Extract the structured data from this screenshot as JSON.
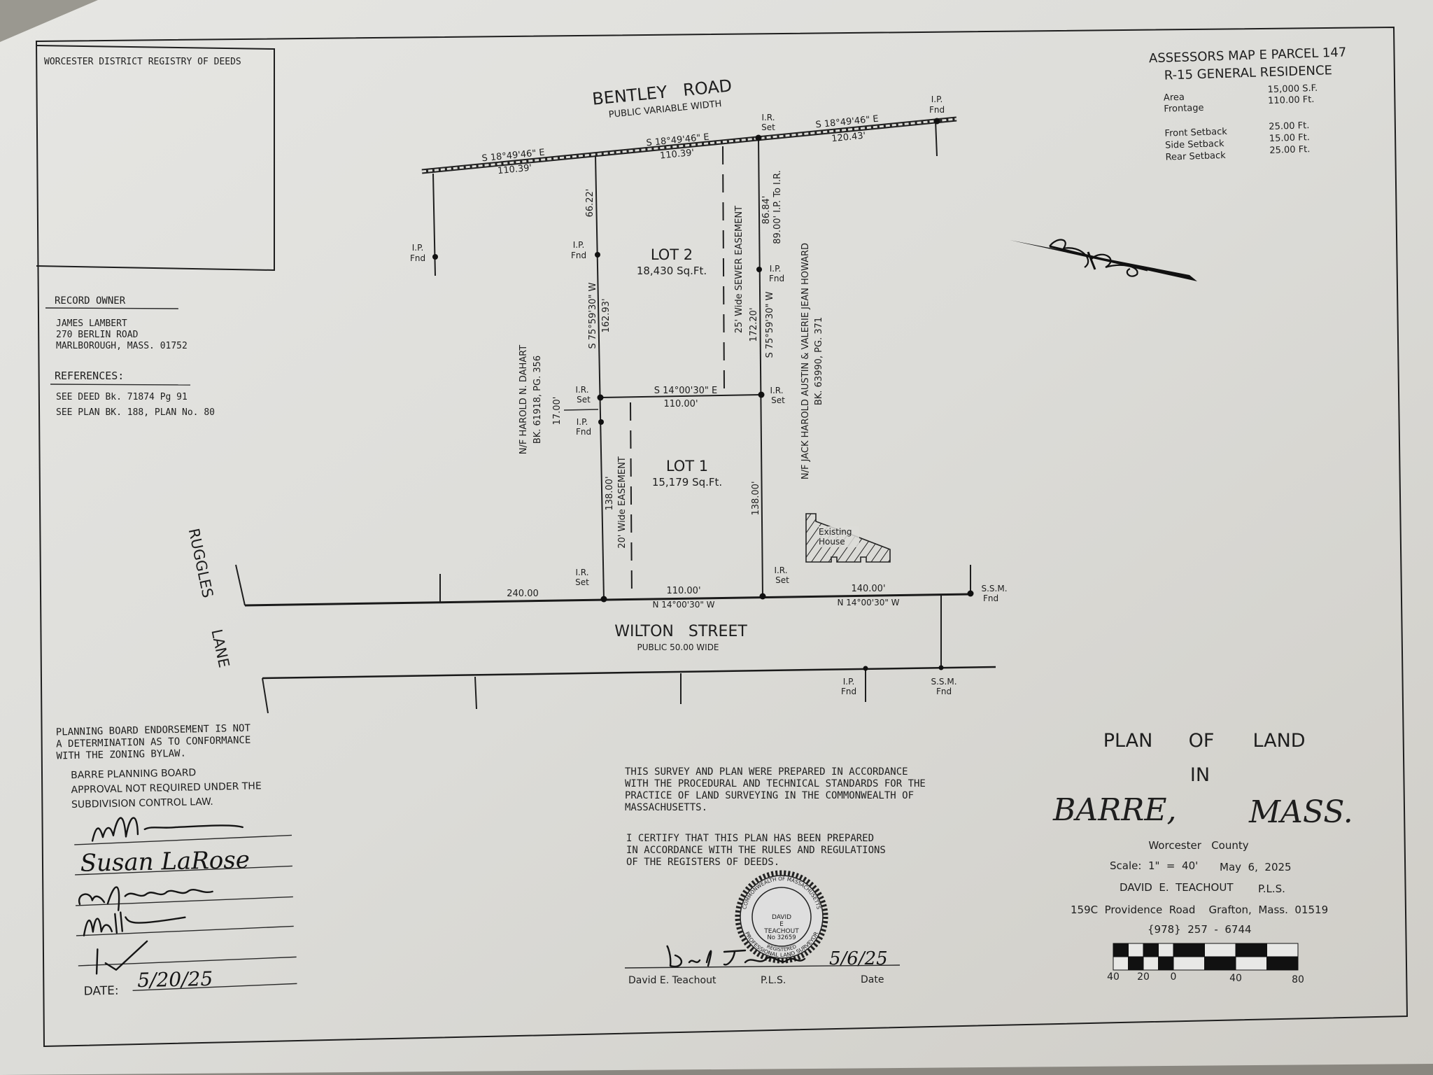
{
  "registry_box": {
    "title": "WORCESTER DISTRICT REGISTRY OF DEEDS"
  },
  "zoning": {
    "parcel": "ASSESSORS MAP E PARCEL 147",
    "district": "R-15 GENERAL RESIDENCE",
    "rows": [
      {
        "label": "Area",
        "value": "15,000 S.F."
      },
      {
        "label": "Frontage",
        "value": "110.00 Ft."
      },
      {
        "label": "Front Setback",
        "value": "25.00 Ft."
      },
      {
        "label": "Side Setback",
        "value": "15.00 Ft."
      },
      {
        "label": "Rear Setback",
        "value": "25.00 Ft."
      }
    ]
  },
  "record_owner": {
    "heading": "RECORD OWNER",
    "lines": [
      "JAMES LAMBERT",
      "270 BERLIN ROAD",
      "MARLBOROUGH, MASS. 01752"
    ]
  },
  "references": {
    "heading": "REFERENCES:",
    "lines": [
      "SEE DEED Bk. 71874 Pg 91",
      "SEE PLAN BK. 188, PLAN No. 80"
    ]
  },
  "map": {
    "bentley_road": {
      "name": "BENTLEY   ROAD",
      "sub": "PUBLIC VARIABLE WIDTH"
    },
    "bentley_segments": [
      {
        "bearing": "S 18°49'46\" E",
        "distance": "110.39'"
      },
      {
        "bearing": "S 18°49'46\" E",
        "distance": "110.39'"
      },
      {
        "bearing": "S 18°49'46\" E",
        "distance": "120.43'"
      }
    ],
    "wilton_street": {
      "name": "WILTON   STREET",
      "sub": "PUBLIC 50.00 WIDE"
    },
    "ruggles_lane": [
      "RUGGLES",
      "LANE"
    ],
    "wilton_segments": [
      {
        "distance": "240.00"
      },
      {
        "distance": "110.00'",
        "bearing": "N 14°00'30\" W"
      },
      {
        "distance": "140.00'",
        "bearing": "N 14°00'30\" W"
      }
    ],
    "lot2": {
      "name": "LOT 2",
      "area": "18,430 Sq.Ft."
    },
    "lot1": {
      "name": "LOT 1",
      "area": "15,179 Sq.Ft."
    },
    "division_line": {
      "bearing": "S 14°00'30\" E",
      "distance": "110.00'"
    },
    "left_line": {
      "bearing": "S 75°59'30\" W",
      "distance": "162.93'",
      "top": "66.22'",
      "offset": "17.00'",
      "lower": "138.00'"
    },
    "right_line": {
      "bearing": "S 75°59'30\" W",
      "distance": "172.20'",
      "top": "86.84'",
      "note": "89.00' I.P. To I.R.",
      "lower": "138.00'"
    },
    "sewer_easement": "25' Wide SEWER EASEMENT",
    "easement_20": "20' Wide EASEMENT",
    "existing_house": [
      "Existing",
      "House"
    ],
    "abutter_left": [
      "N/F HAROLD N. DAHART",
      "BK. 61918, PG. 356"
    ],
    "abutter_right": [
      "N/F JACK HAROLD AUSTIN & VALERIE JEAN HOWARD",
      "BK. 63990, PG. 371"
    ],
    "markers": {
      "ip_fnd": [
        "I.P.",
        "Fnd"
      ],
      "ir_set": [
        "I.R.",
        "Set"
      ],
      "ssm_fnd": [
        "S.S.M.",
        "Fnd"
      ]
    }
  },
  "planning_board": {
    "disclaimer": [
      "PLANNING BOARD ENDORSEMENT IS NOT",
      "A DETERMINATION AS TO CONFORMANCE",
      "WITH THE ZONING BYLAW."
    ],
    "approval": [
      "BARRE PLANNING BOARD",
      "APPROVAL NOT REQUIRED UNDER THE",
      "SUBDIVISION CONTROL LAW."
    ],
    "signature_2": "Susan LaRose",
    "date_label": "DATE:",
    "date_value": "5/20/25"
  },
  "certification": {
    "para1": [
      "THIS SURVEY AND PLAN WERE PREPARED IN ACCORDANCE",
      "WITH THE PROCEDURAL AND TECHNICAL STANDARDS FOR THE",
      "PRACTICE OF LAND SURVEYING IN THE COMMONWEALTH OF",
      "MASSACHUSETTS."
    ],
    "para2": [
      "I CERTIFY THAT THIS PLAN HAS BEEN PREPARED",
      "IN ACCORDANCE WITH THE RULES AND REGULATIONS",
      "OF THE REGISTERS OF DEEDS."
    ],
    "signer": "David E. Teachout",
    "signer_title": "P.L.S.",
    "date_label": "Date",
    "date_value": "5/6/25",
    "seal": {
      "top_ring": "COMMONWEALTH OF MASSACHUSETTS",
      "bottom_ring": "PROFESSIONAL LAND SURVEYOR",
      "inner_ring": "REGISTERED",
      "center": [
        "DAVID",
        "E",
        "TEACHOUT",
        "No 32659"
      ]
    }
  },
  "title_block": {
    "line1": [
      "PLAN",
      "OF",
      "LAND"
    ],
    "line2": "IN",
    "town": "BARRE,",
    "state": "MASS.",
    "county": "Worcester   County",
    "scale": "Scale:  1\"  =  40'",
    "date": "May  6,  2025",
    "surveyor": "DAVID  E.  TEACHOUT",
    "surveyor_title": "P.L.S.",
    "address": "159C  Providence  Road    Grafton,  Mass.  01519",
    "phone": "{978}  257  -  6744",
    "scale_bar_labels": [
      "40",
      "20",
      "0",
      "40",
      "80"
    ]
  }
}
